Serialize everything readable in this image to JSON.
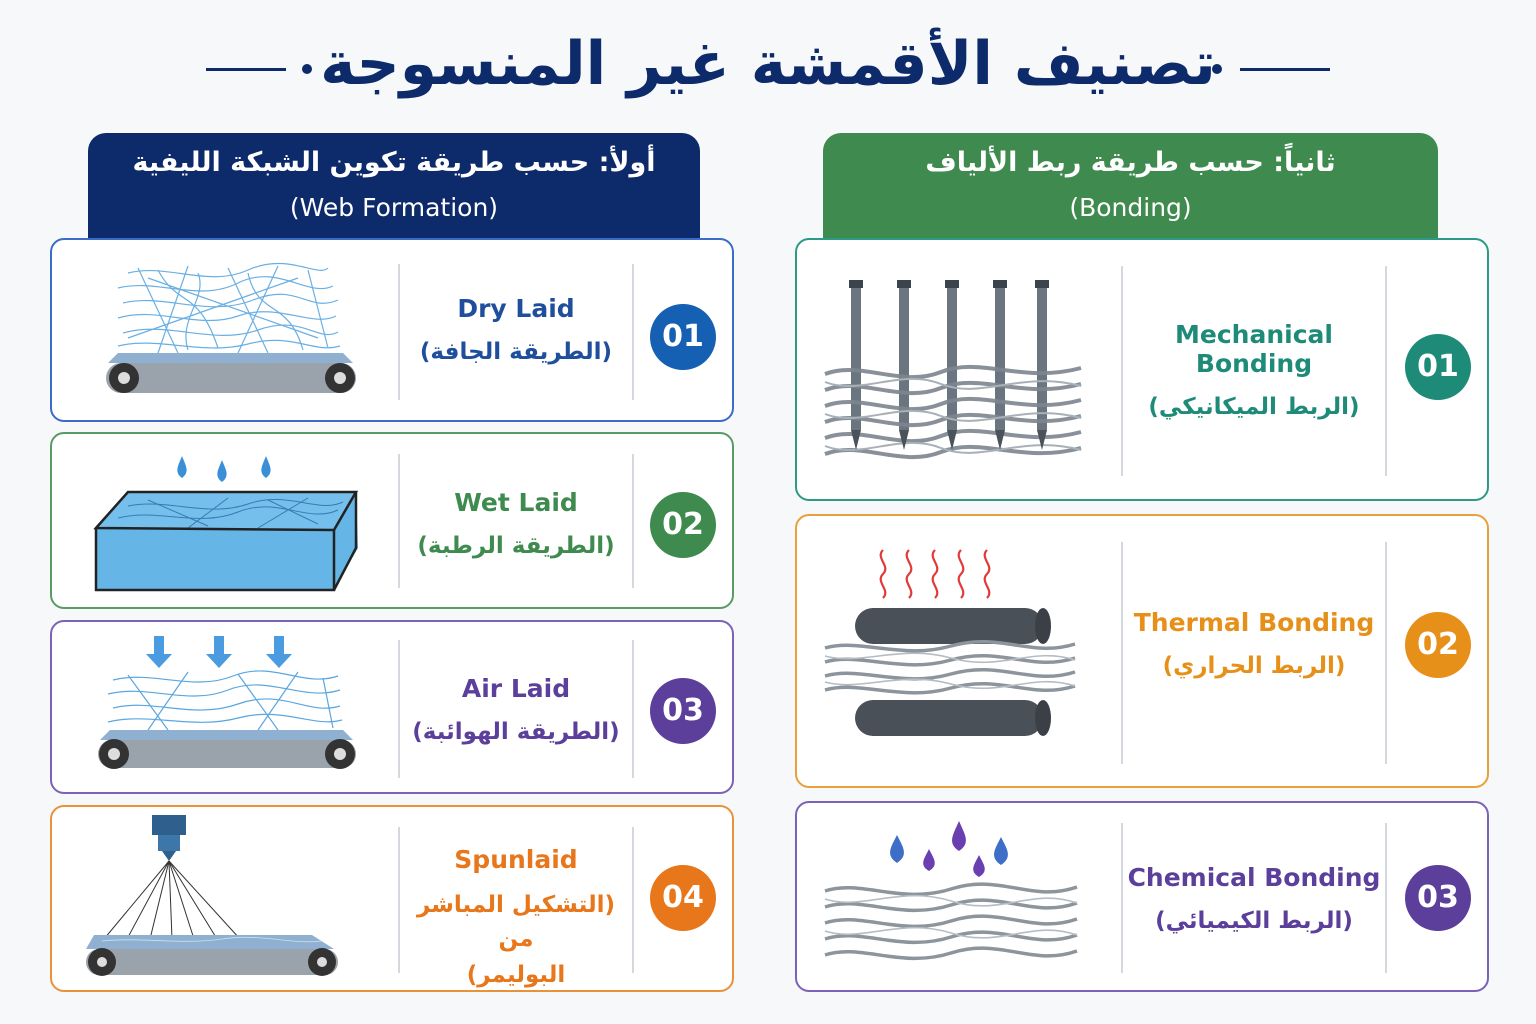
{
  "title": "تصنيف الأقمشة غير المنسوجة",
  "colors": {
    "navy": "#0d2a6b",
    "green": "#3f8a4e",
    "blue": "#1560b3",
    "teal": "#1e8a78",
    "orange": "#e6901a",
    "purple": "#5b3f9a",
    "orange_dark": "#e8761a"
  },
  "web_formation": {
    "header_ar": "أولأ: حسب طريقة تكوين الشبكة الليفية",
    "header_en": "(Web Formation)",
    "items": [
      {
        "number": "01",
        "en": "Dry Laid",
        "ar": "(الطريقة الجافة)",
        "icon": "conveyor-fiber-web-icon"
      },
      {
        "number": "02",
        "en": "Wet Laid",
        "ar": "(الطريقة الرطبة)",
        "icon": "water-tank-icon"
      },
      {
        "number": "03",
        "en": "Air Laid",
        "ar": "(الطريقة الهوائبة)",
        "icon": "air-flow-conveyor-icon"
      },
      {
        "number": "04",
        "en": "Spunlaid",
        "ar": "(التشكيل المباشر من",
        "ar2": "البوليمر)",
        "icon": "spinneret-conveyor-icon"
      }
    ]
  },
  "bonding": {
    "header_ar": "ثانياً: حسب طريقة ربط الألياف",
    "header_en": "(Bonding)",
    "items": [
      {
        "number": "01",
        "en": "Mechanical Bonding",
        "ar": "(الربط الميكانيكي)",
        "icon": "needle-punch-icon"
      },
      {
        "number": "02",
        "en": "Thermal Bonding",
        "ar": "(الربط الحراري)",
        "icon": "heated-rollers-icon"
      },
      {
        "number": "03",
        "en": "Chemical Bonding",
        "ar": "(الربط الكيميائي)",
        "icon": "chemical-drops-icon"
      }
    ]
  }
}
